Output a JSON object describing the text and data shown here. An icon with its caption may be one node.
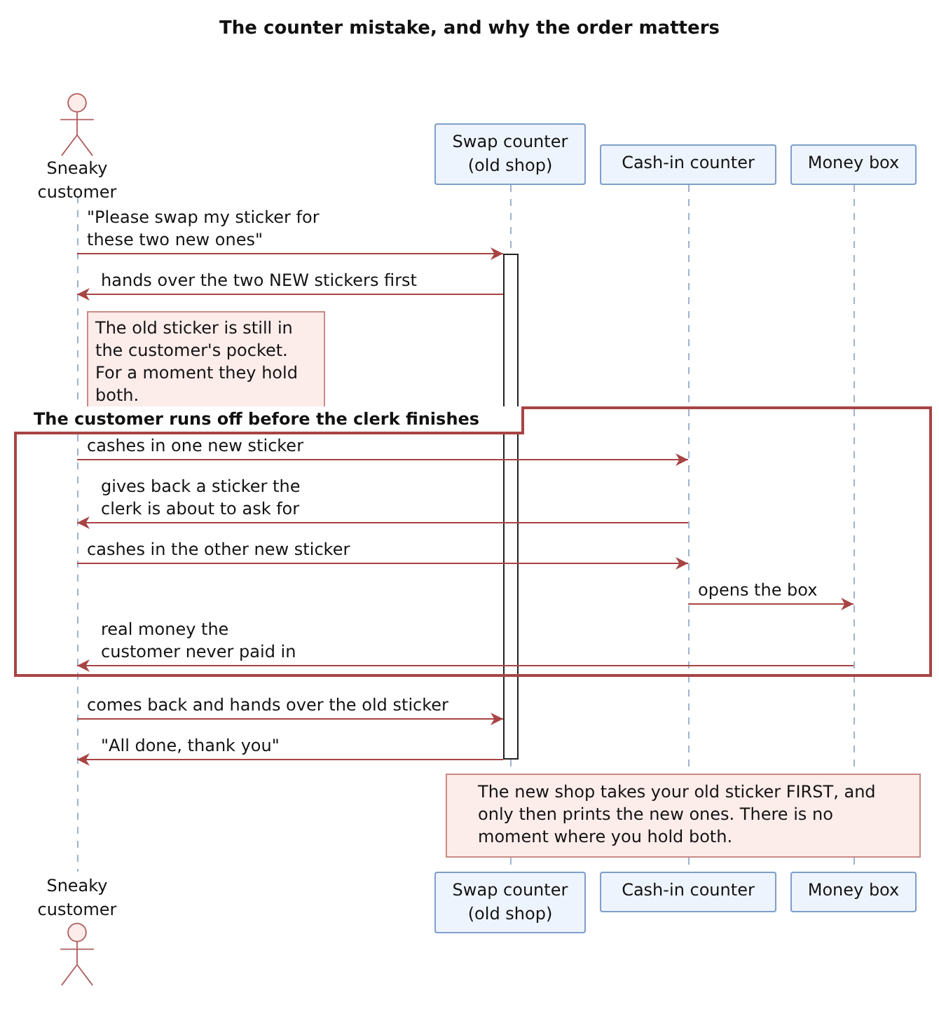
{
  "diagram": {
    "title": "The counter mistake, and why the order matters",
    "nodes": [
      {
        "text": [
          "Sneaky customer"
        ]
      },
      {
        "text": [
          "Swap counter (old shop)"
        ]
      },
      {
        "text": [
          "Cash-in counter"
        ]
      },
      {
        "text": [
          "Money box"
        ]
      },
      {
        "text": [],
        "shape": "line"
      },
      {
        "text": [],
        "shape": "line"
      },
      {
        "text": [],
        "shape": "line"
      },
      {
        "text": [],
        "shape": "line"
      },
      {
        "text": [],
        "shape": "bar",
        "in": 5
      },
      {
        "text": [
          "The old sticker is still in the customer's pocket. For a moment they hold both."
        ]
      },
      {
        "text": [
          "The customer runs off before the clerk finishes"
        ]
      },
      {
        "text": [
          "The new shop takes your old sticker FIRST, and only then prints the new ones. There is no moment where you hold both."
        ]
      },
      {
        "text": [
          "Sneaky customer"
        ]
      },
      {
        "text": [
          "Swap counter (old shop)"
        ]
      },
      {
        "text": [
          "Cash-in counter"
        ]
      },
      {
        "text": [
          "Money box"
        ]
      }
    ],
    "edges": [
      {
        "from": 4,
        "to": 8,
        "arrow": "to",
        "label": "\"Please swap my sticker for these two new ones\""
      },
      {
        "from": 8,
        "to": 4,
        "arrow": "to",
        "label": "hands over the two NEW stickers first"
      },
      {
        "from": 4,
        "to": 6,
        "arrow": "to",
        "label": "cashes in one new sticker"
      },
      {
        "from": 6,
        "to": 4,
        "arrow": "to",
        "label": "gives back a sticker the clerk is about to ask for"
      },
      {
        "from": 4,
        "to": 6,
        "arrow": "to",
        "label": "cashes in the other new sticker"
      },
      {
        "from": 6,
        "to": 7,
        "arrow": "to",
        "label": "opens the box"
      },
      {
        "from": 7,
        "to": 4,
        "arrow": "to",
        "label": "real money the customer never paid in"
      },
      {
        "from": 4,
        "to": 8,
        "arrow": "to",
        "label": "comes back and hands over the old sticker"
      },
      {
        "from": 8,
        "to": 4,
        "arrow": "to",
        "label": "\"All done, thank you\""
      }
    ]
  }
}
